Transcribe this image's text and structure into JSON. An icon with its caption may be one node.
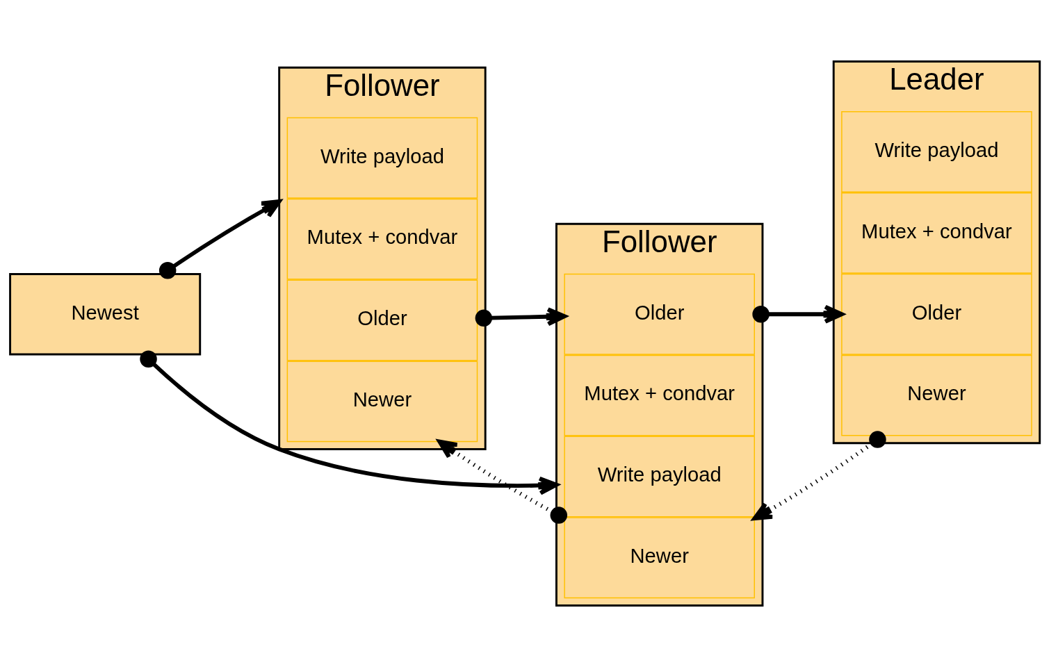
{
  "diagram": {
    "nodes": [
      {
        "text": [
          "Newest"
        ]
      },
      {
        "text": [
          "Follower"
        ]
      },
      {
        "text": [
          "Write payload"
        ],
        "in": 1
      },
      {
        "text": [
          "Mutex + condvar"
        ],
        "in": 1
      },
      {
        "text": [
          "Older"
        ],
        "in": 1
      },
      {
        "text": [
          "Newer"
        ],
        "in": 1
      },
      {
        "text": [
          "Follower"
        ]
      },
      {
        "text": [
          "Write payload"
        ],
        "in": 6
      },
      {
        "text": [
          "Mutex + condvar"
        ],
        "in": 6
      },
      {
        "text": [
          "Older"
        ],
        "in": 6
      },
      {
        "text": [
          "Newer"
        ],
        "in": 6
      },
      {
        "text": [
          "Leader"
        ]
      },
      {
        "text": [
          "Write payload"
        ],
        "in": 11
      },
      {
        "text": [
          "Mutex + condvar"
        ],
        "in": 11
      },
      {
        "text": [
          "Older"
        ],
        "in": 11
      },
      {
        "text": [
          "Newer"
        ],
        "in": 11
      }
    ],
    "edges": [
      {
        "from": 0,
        "to": 1,
        "arrow": "to"
      },
      {
        "from": 0,
        "to": 6,
        "arrow": "to"
      },
      {
        "from": 4,
        "to": 9,
        "arrow": "to"
      },
      {
        "from": 9,
        "to": 14,
        "arrow": "to"
      },
      {
        "from": 10,
        "to": 5,
        "arrow": "to",
        "style": "dashed"
      },
      {
        "from": 15,
        "to": 10,
        "arrow": "to",
        "style": "dashed"
      }
    ]
  }
}
